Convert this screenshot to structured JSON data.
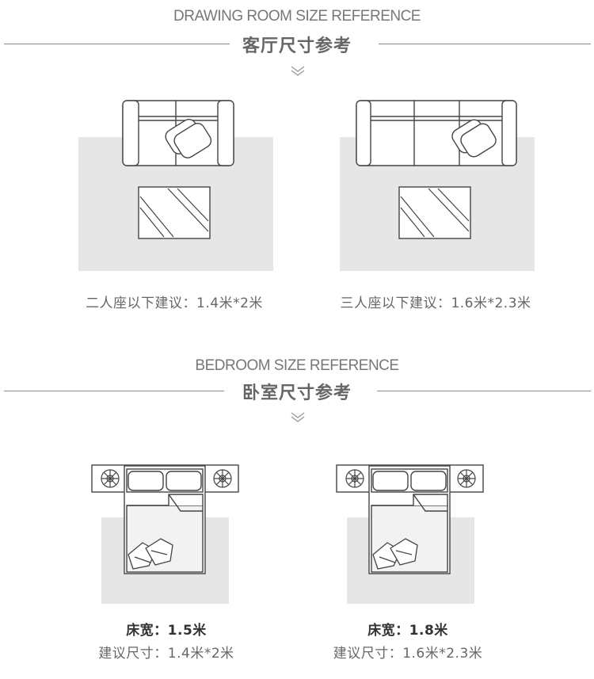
{
  "living": {
    "en_title": "DRAWING ROOM SIZE REFERENCE",
    "cn_title": "客厅尺寸参考",
    "items": [
      {
        "caption": "二人座以下建议：1.4米*2米"
      },
      {
        "caption": "三人座以下建议：1.6米*2.3米"
      }
    ]
  },
  "bedroom": {
    "en_title": "BEDROOM SIZE REFERENCE",
    "cn_title": "卧室尺寸参考",
    "items": [
      {
        "bed_width": "床宽：1.5米",
        "suggest": "建议尺寸：1.4米*2米"
      },
      {
        "bed_width": "床宽：1.8米",
        "suggest": "建议尺寸：1.6米*2.3米"
      }
    ]
  },
  "colors": {
    "rug": "#e6e6e6",
    "line": "#444444",
    "rule": "#8a8a8a"
  },
  "icons": [
    "chevron-down-icon",
    "sofa-icon",
    "coffee-table-icon",
    "bed-icon",
    "nightstand-icon",
    "pillow-icon"
  ]
}
